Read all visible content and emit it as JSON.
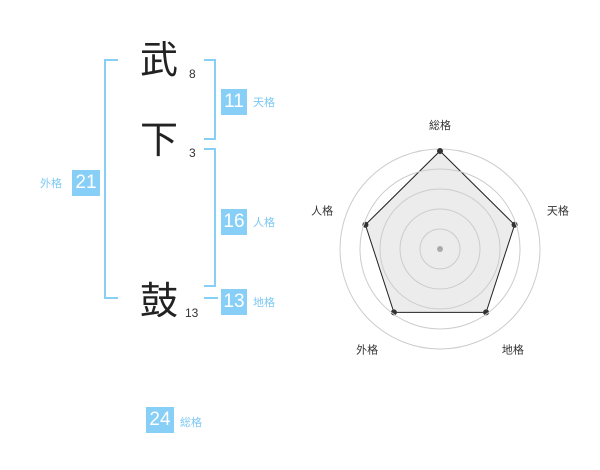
{
  "name": {
    "characters": [
      {
        "char": "武",
        "strokes": "8"
      },
      {
        "char": "下",
        "strokes": "3"
      },
      {
        "char": "鼓",
        "strokes": "13"
      }
    ]
  },
  "fortune": {
    "tenkaku": {
      "value": "11",
      "label": "天格"
    },
    "jinkaku": {
      "value": "16",
      "label": "人格"
    },
    "chikaku": {
      "value": "13",
      "label": "地格"
    },
    "gaikaku": {
      "value": "21",
      "label": "外格"
    },
    "soukaku": {
      "value": "24",
      "label": "総格"
    }
  },
  "chart_data": {
    "type": "radar",
    "axes": [
      "総格",
      "天格",
      "地格",
      "外格",
      "人格"
    ],
    "values": [
      5,
      4,
      4,
      4,
      4
    ],
    "max": 5,
    "rings": 5,
    "colors": {
      "fill": "#e6e6e6",
      "line": "#222222",
      "ring": "#cccccc",
      "point": "#333333"
    }
  }
}
